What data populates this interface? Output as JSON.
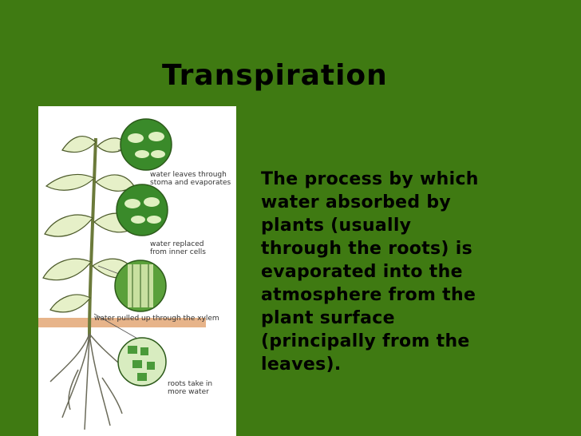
{
  "slide": {
    "title": "Transpiration",
    "body_lines": [
      "The process by which",
      "water absorbed by",
      "plants (usually",
      "through the roots) is",
      "evaporated into the",
      "atmosphere from the",
      "plant surface",
      "(principally from the",
      "leaves)."
    ],
    "background_color": "#3f7a12"
  },
  "figure": {
    "captions": [
      [
        "water leaves through",
        "stoma and evaporates"
      ],
      [
        "water replaced",
        "from inner cells"
      ],
      [
        "water pulled up through the xylem"
      ],
      [
        "roots take in",
        "more water"
      ]
    ]
  }
}
